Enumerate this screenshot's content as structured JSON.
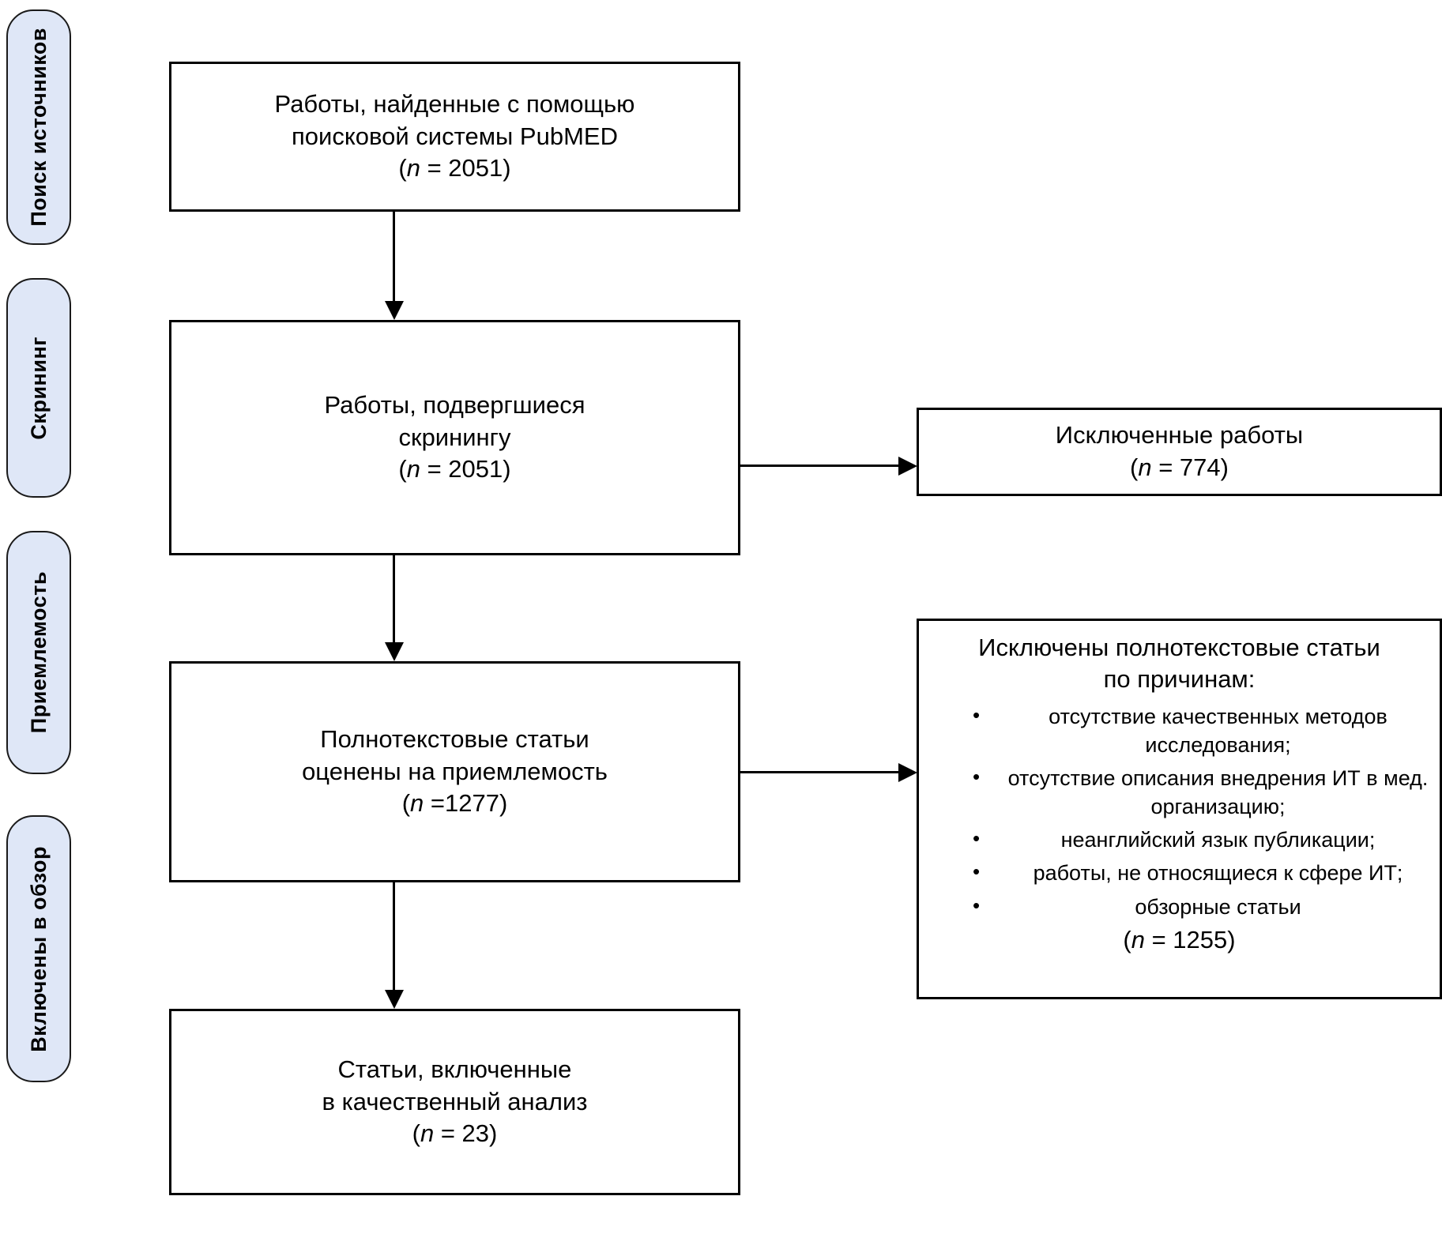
{
  "stages": [
    {
      "id": "sources",
      "label": "Поиск источников"
    },
    {
      "id": "screening",
      "label": "Скрининг"
    },
    {
      "id": "eligible",
      "label": "Приемлемость"
    },
    {
      "id": "included",
      "label": "Включены в обзор"
    }
  ],
  "boxes": {
    "found": {
      "line1": "Работы, найденные с помощью",
      "line2": "поисковой системы PubMED",
      "count_open": "(",
      "count_n": "n",
      "count_rest": " = 2051)"
    },
    "screened": {
      "line1": "Работы, подвергшиеся",
      "line2": "скринингу",
      "count_open": "(",
      "count_n": "n",
      "count_rest": " = 2051)"
    },
    "fulltext": {
      "line1": "Полнотекстовые статьи",
      "line2": "оценены на приемлемость",
      "count_open": "(",
      "count_n": "n",
      "count_rest": " =1277)"
    },
    "included": {
      "line1": "Статьи, включенные",
      "line2": "в качественный анализ",
      "count_open": "(",
      "count_n": "n",
      "count_rest": " = 23)"
    },
    "excluded": {
      "line1": "Исключенные работы",
      "count_open": "(",
      "count_n": "n",
      "count_rest": " = 774)"
    },
    "reasons": {
      "head_line1": "Исключены полнотекстовые статьи",
      "head_line2": "по причинам:",
      "items": [
        "отсутствие качественных методов исследования;",
        "отсутствие описания внедрения ИТ в мед. организацию;",
        "неанглийский язык публикации;",
        "работы, не относящиеся к сфере ИТ;",
        "обзорные статьи"
      ],
      "count_open": "(",
      "count_n": "n",
      "count_rest": " = 1255)"
    }
  },
  "colors": {
    "stage_fill": "#dfe7f7",
    "stroke": "#000000",
    "background": "#ffffff"
  }
}
